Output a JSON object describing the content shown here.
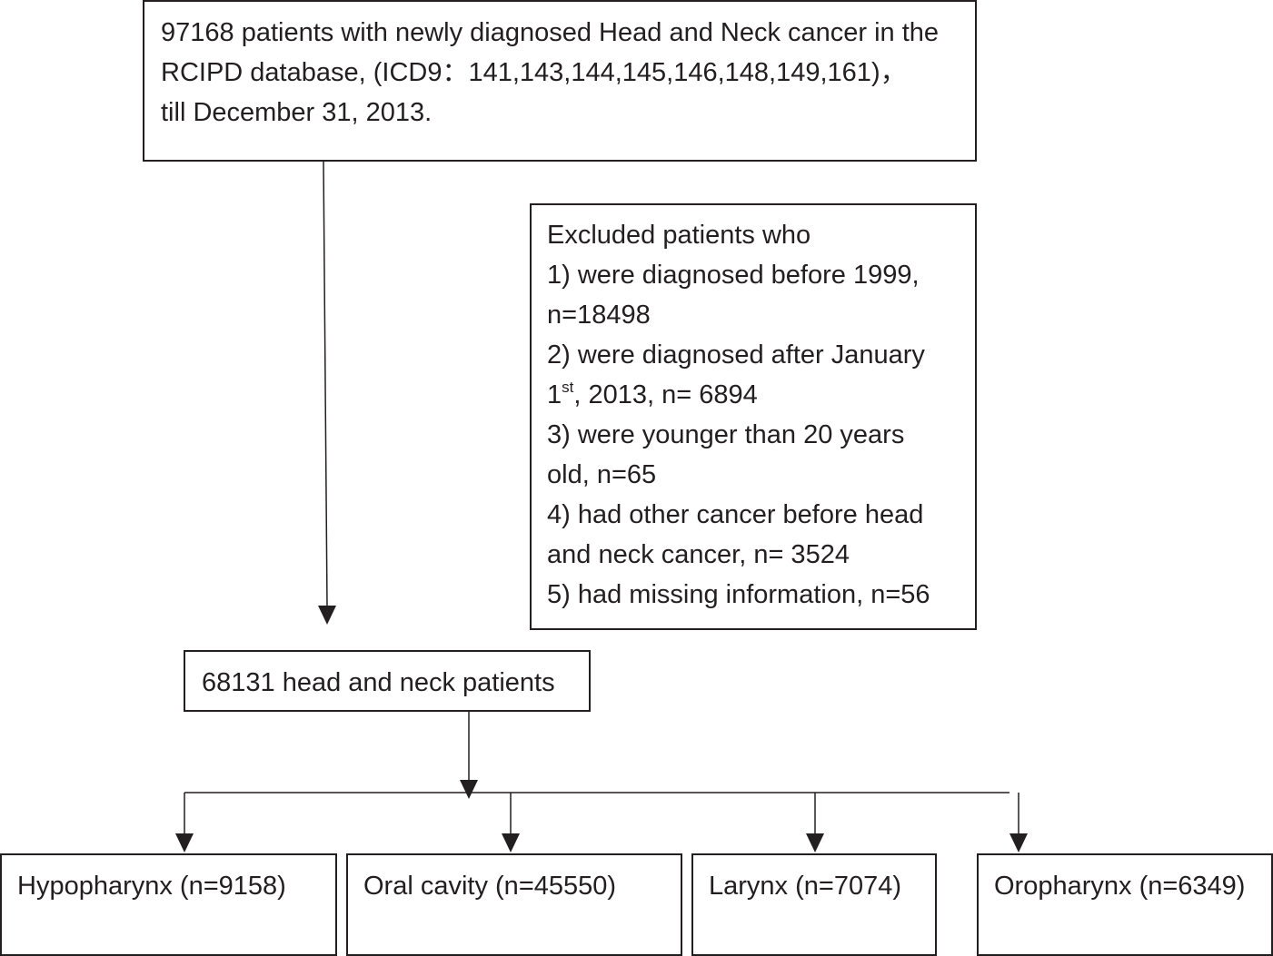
{
  "top_box": {
    "line1": "97168 patients with newly diagnosed Head and Neck cancer in the",
    "line2": "RCIPD database, (ICD9：141,143,144,145,146,148,149,161)，",
    "line3": "till December 31, 2013."
  },
  "exclusion_box": {
    "heading": "Excluded patients who",
    "item1_line1": "1) were diagnosed before 1999,",
    "item1_line2": "n=18498",
    "item2_line1": "2) were diagnosed after January",
    "item2_line2_pre": "1",
    "item2_line2_sup": "st",
    "item2_line2_post": ", 2013, n= 6894",
    "item3_line1": "3) were younger than 20 years",
    "item3_line2": "old, n=65",
    "item4_line1": "4) had other cancer before head",
    "item4_line2": "and neck cancer, n= 3524",
    "item5_line1": "5) had missing information, n=56"
  },
  "middle_box": {
    "label": "68131 head and neck patients"
  },
  "subgroups": [
    {
      "label": "Hypopharynx (n=9158)"
    },
    {
      "label": "Oral cavity (n=45550)"
    },
    {
      "label": "Larynx (n=7074)"
    },
    {
      "label": "Oropharynx (n=6349)"
    }
  ],
  "colors": {
    "line": "#231f20",
    "text": "#231f20",
    "background": "#ffffff"
  }
}
